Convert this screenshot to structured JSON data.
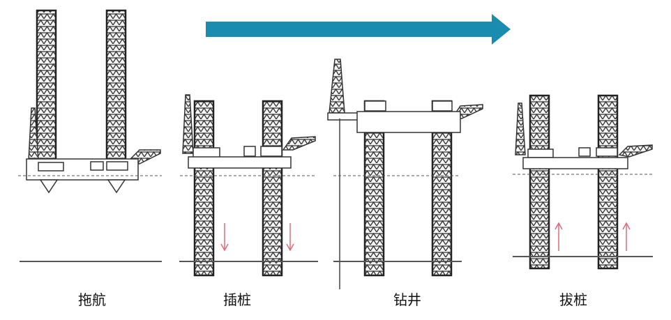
{
  "stages": [
    {
      "label": "拖航"
    },
    {
      "label": "插桩"
    },
    {
      "label": "钻井"
    },
    {
      "label": "拔桩"
    }
  ],
  "colors": {
    "progress_arrow": "#1a8caf",
    "motion_arrow": "#e06a78"
  }
}
